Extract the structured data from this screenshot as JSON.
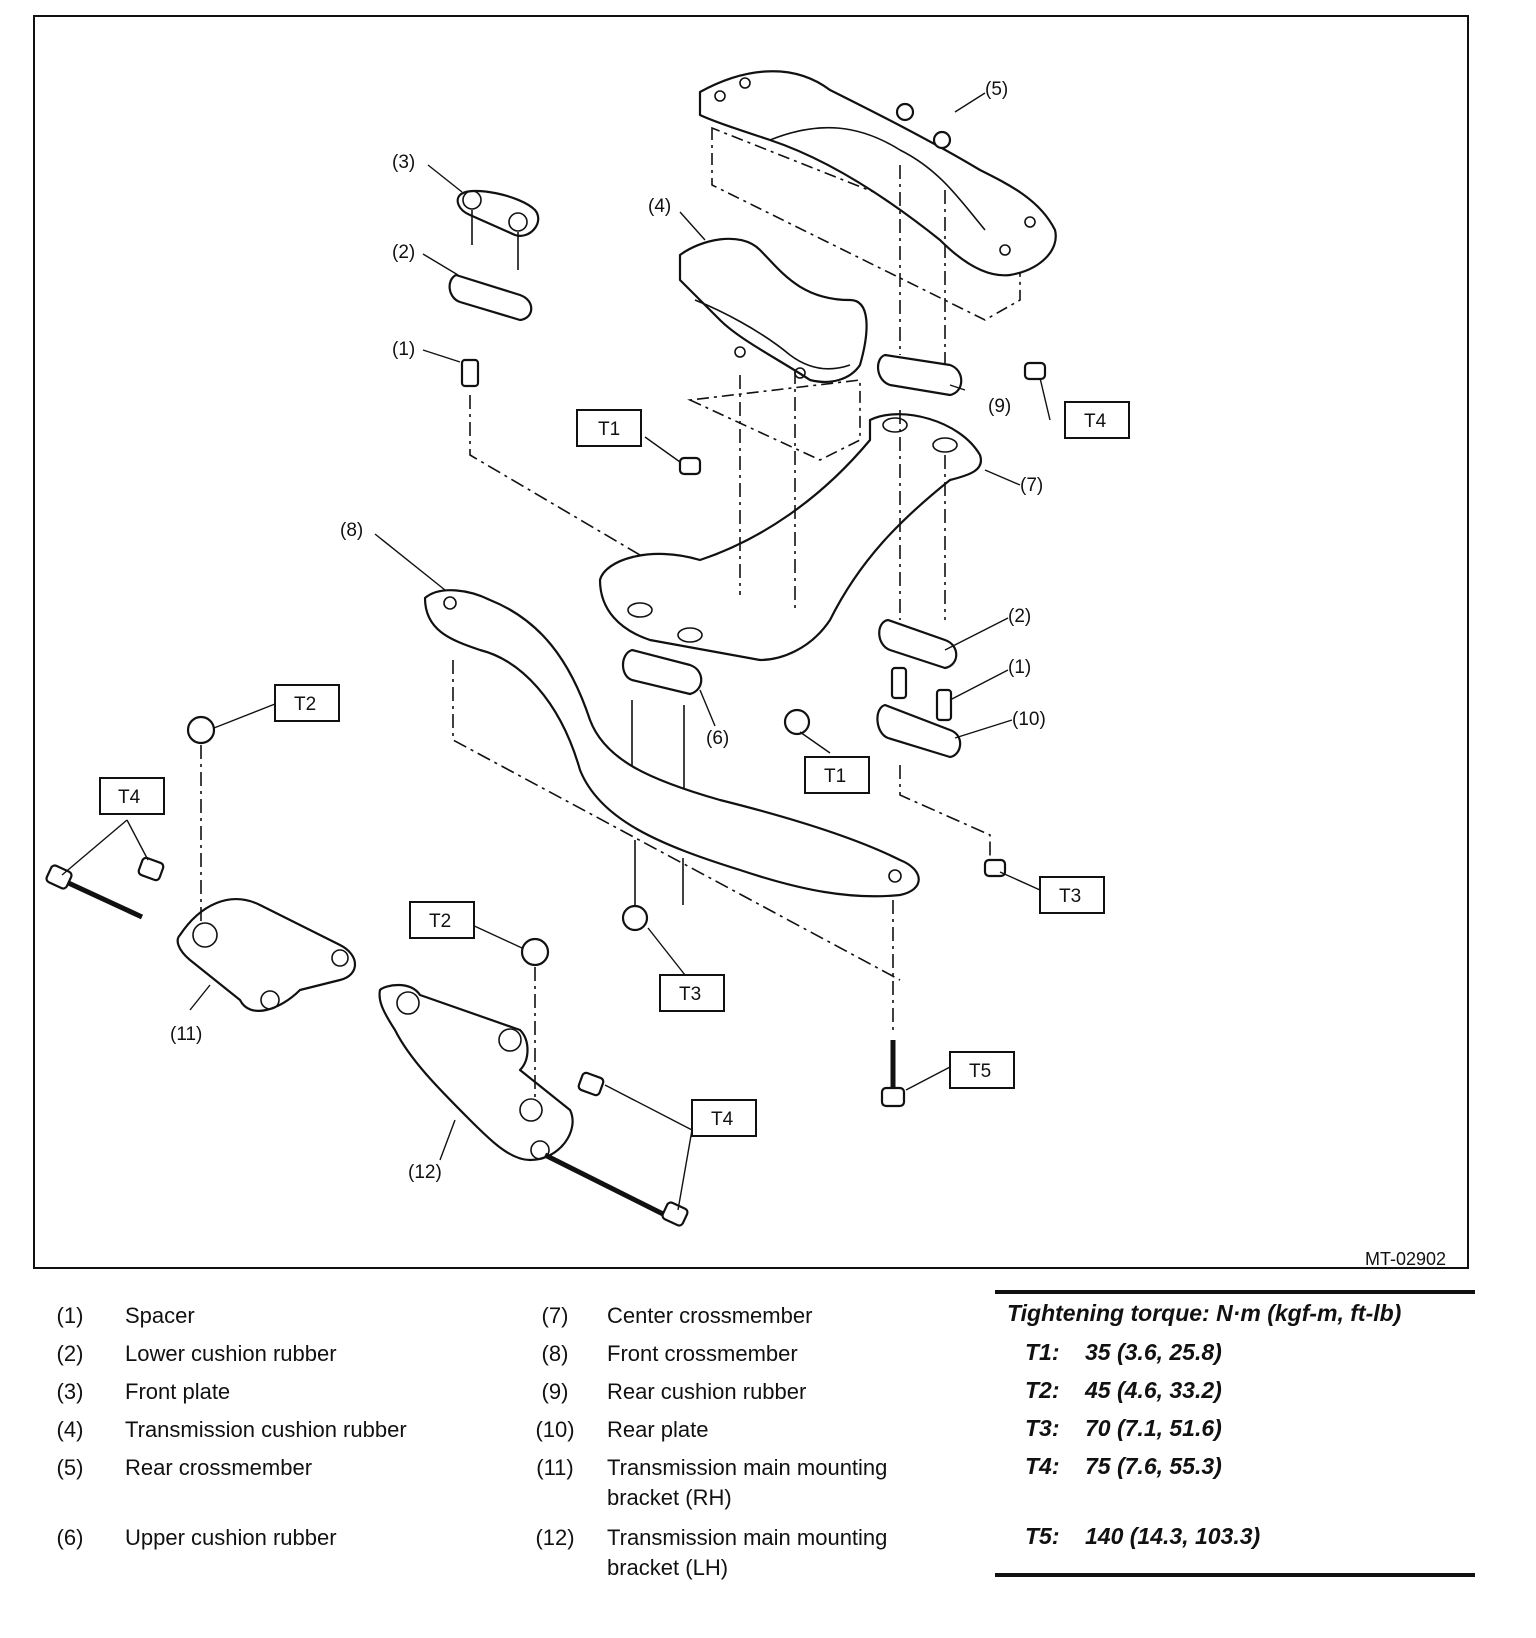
{
  "figure_code": "MT-02902",
  "callouts": {
    "c1a": "(1)",
    "c1b": "(1)",
    "c2a": "(2)",
    "c2b": "(2)",
    "c3": "(3)",
    "c4": "(4)",
    "c5": "(5)",
    "c6": "(6)",
    "c7": "(7)",
    "c8": "(8)",
    "c9": "(9)",
    "c10": "(10)",
    "c11": "(11)",
    "c12": "(12)"
  },
  "torque_tags": {
    "t1a": "T1",
    "t1b": "T1",
    "t2a": "T2",
    "t2b": "T2",
    "t3a": "T3",
    "t3b": "T3",
    "t4a": "T4",
    "t4b": "T4",
    "t4c": "T4",
    "t5": "T5"
  },
  "legend": [
    {
      "num": "(1)",
      "text": "Spacer"
    },
    {
      "num": "(2)",
      "text": "Lower cushion rubber"
    },
    {
      "num": "(3)",
      "text": "Front plate"
    },
    {
      "num": "(4)",
      "text": "Transmission cushion rubber"
    },
    {
      "num": "(5)",
      "text": "Rear crossmember"
    },
    {
      "num": "(6)",
      "text": "Upper cushion rubber"
    },
    {
      "num": "(7)",
      "text": "Center crossmember"
    },
    {
      "num": "(8)",
      "text": "Front crossmember"
    },
    {
      "num": "(9)",
      "text": "Rear cushion rubber"
    },
    {
      "num": "(10)",
      "text": "Rear plate"
    },
    {
      "num": "(11)",
      "text": "Transmission main mounting",
      "text2": "bracket (RH)"
    },
    {
      "num": "(12)",
      "text": "Transmission main mounting",
      "text2": "bracket (LH)"
    }
  ],
  "torque_table": {
    "title": "Tightening torque: N·m (kgf-m, ft-lb)",
    "rows": [
      {
        "key": "T1:",
        "value": "35 (3.6, 25.8)"
      },
      {
        "key": "T2:",
        "value": "45 (4.6, 33.2)"
      },
      {
        "key": "T3:",
        "value": "70 (7.1, 51.6)"
      },
      {
        "key": "T4:",
        "value": "75 (7.6, 55.3)"
      },
      {
        "key": "T5:",
        "value": "140 (14.3, 103.3)"
      }
    ]
  }
}
